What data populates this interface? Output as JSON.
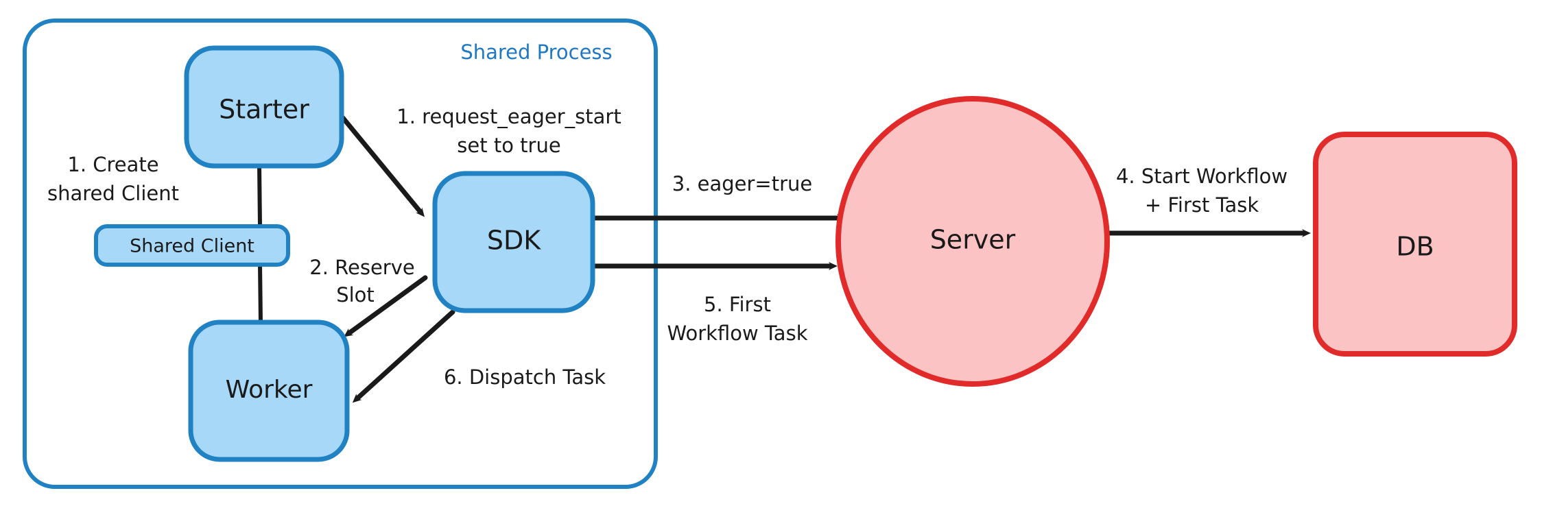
{
  "diagram": {
    "title_visible": false,
    "colors": {
      "blue_stroke": "#2081c3",
      "blue_fill": "#a8d8f8",
      "red_stroke": "#e12b2b",
      "red_fill": "#fbc3c3",
      "arrow_black": "#1a1a1a",
      "text_black": "#1a1a1a",
      "group_label_blue": "#1f78c1",
      "background": "#ffffff"
    },
    "group": {
      "label": "Shared Process"
    },
    "nodes": [
      {
        "id": "starter",
        "label": "Starter",
        "shape": "rounded-rect",
        "style": "blue"
      },
      {
        "id": "shared_client",
        "label": "Shared Client",
        "shape": "rounded-rect",
        "style": "blue"
      },
      {
        "id": "worker",
        "label": "Worker",
        "shape": "rounded-rect",
        "style": "blue"
      },
      {
        "id": "sdk",
        "label": "SDK",
        "shape": "rounded-rect",
        "style": "blue"
      },
      {
        "id": "server",
        "label": "Server",
        "shape": "ellipse",
        "style": "red"
      },
      {
        "id": "db",
        "label": "DB",
        "shape": "rounded-rect",
        "style": "red"
      }
    ],
    "edges": [
      {
        "id": "e1",
        "label_lines": [
          "1. Create",
          "shared Client"
        ],
        "from": "starter",
        "to": "shared_client",
        "arrow": false
      },
      {
        "id": "e2",
        "label_lines": [
          "1. request_eager_start",
          "set to true"
        ],
        "from": "starter",
        "to": "sdk",
        "arrow": true
      },
      {
        "id": "e3",
        "label_lines": [
          "2. Reserve",
          "Slot"
        ],
        "from": "sdk",
        "to": "worker",
        "arrow": true
      },
      {
        "id": "e4",
        "label_lines": [
          "3. eager=true"
        ],
        "from": "sdk",
        "to": "server",
        "arrow": true
      },
      {
        "id": "e5",
        "label_lines": [
          "4. Start Workflow",
          "+ First Task"
        ],
        "from": "server",
        "to": "db",
        "arrow": true
      },
      {
        "id": "e6",
        "label_lines": [
          "5. First",
          "Workflow Task"
        ],
        "from": "sdk",
        "to": "server",
        "arrow": true
      },
      {
        "id": "e7",
        "label_lines": [
          "6. Dispatch Task"
        ],
        "from": "sdk",
        "to": "worker",
        "arrow": true
      },
      {
        "id": "e8",
        "label_lines": [],
        "from": "shared_client",
        "to": "worker",
        "arrow": false
      }
    ]
  }
}
